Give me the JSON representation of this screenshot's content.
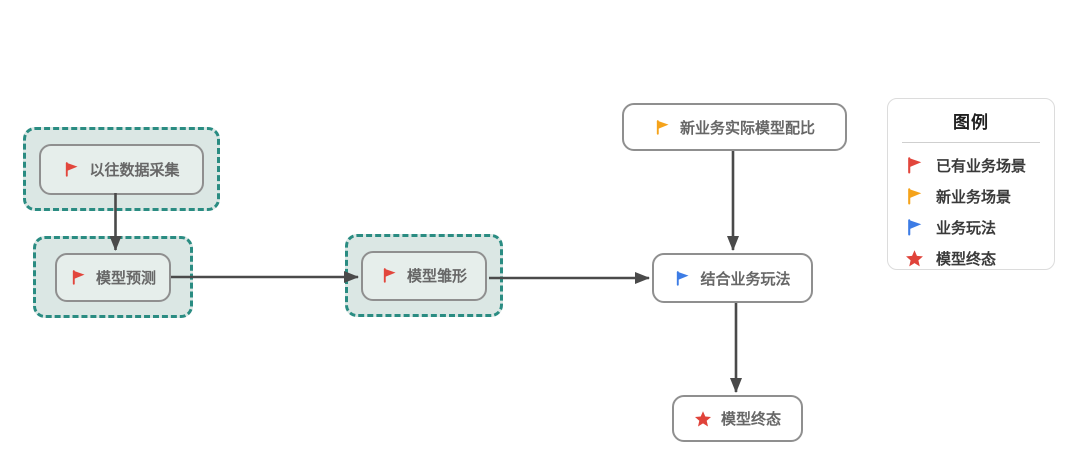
{
  "flowchart": {
    "nodes": [
      {
        "label": "以往数据采集",
        "icon": "red-flag",
        "grouped": true
      },
      {
        "label": "模型预测",
        "icon": "red-flag",
        "grouped": true
      },
      {
        "label": "模型雏形",
        "icon": "red-flag",
        "grouped": true
      },
      {
        "label": "新业务实际模型配比",
        "icon": "yellow-flag",
        "grouped": false
      },
      {
        "label": "结合业务玩法",
        "icon": "blue-flag",
        "grouped": false
      },
      {
        "label": "模型终态",
        "icon": "red-star",
        "grouped": false
      }
    ],
    "edges": [
      {
        "from": "以往数据采集",
        "to": "模型预测"
      },
      {
        "from": "模型预测",
        "to": "模型雏形"
      },
      {
        "from": "模型雏形",
        "to": "结合业务玩法"
      },
      {
        "from": "新业务实际模型配比",
        "to": "结合业务玩法"
      },
      {
        "from": "结合业务玩法",
        "to": "模型终态"
      }
    ]
  },
  "legend": {
    "title": "图例",
    "items": [
      {
        "label": "已有业务场景",
        "icon": "red-flag"
      },
      {
        "label": "新业务场景",
        "icon": "yellow-flag"
      },
      {
        "label": "业务玩法",
        "icon": "blue-flag"
      },
      {
        "label": "模型终态",
        "icon": "red-star"
      }
    ]
  },
  "colors": {
    "flag_red": "#e2463c",
    "flag_yellow": "#f5a31b",
    "flag_blue": "#3d7ce5",
    "star_red": "#e0433a",
    "group_border_teal": "#2a8c82",
    "group_fill": "#dbe7e4",
    "edge_gray": "#4a4a4a"
  }
}
